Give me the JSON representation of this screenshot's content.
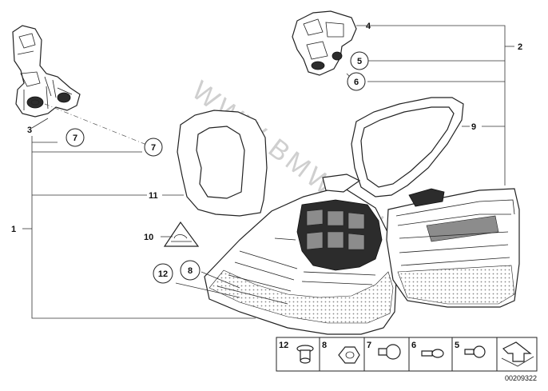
{
  "diagram": {
    "watermark": "WWW.BMWFANS.INFO",
    "reference_number": "00209322",
    "labels": {
      "l1": "1",
      "l2": "2",
      "l3": "3",
      "l4": "4",
      "l9": "9",
      "l10": "10",
      "l11": "11"
    },
    "circled": {
      "c5": "5",
      "c6": "6",
      "c7a": "7",
      "c7b": "7",
      "c8": "8",
      "c12": "12"
    },
    "legend": [
      {
        "number": "12",
        "icon": "grommet-icon"
      },
      {
        "number": "8",
        "icon": "hex-nut-icon"
      },
      {
        "number": "7",
        "icon": "bulb-large-icon"
      },
      {
        "number": "6",
        "icon": "bulb-small-icon"
      },
      {
        "number": "5",
        "icon": "bulb-wedge-icon"
      }
    ],
    "colors": {
      "line": "#222222",
      "watermark": "#cfcfcf",
      "dark_fill": "#2c2c2c",
      "grey_fill": "#8c8c8c"
    }
  }
}
